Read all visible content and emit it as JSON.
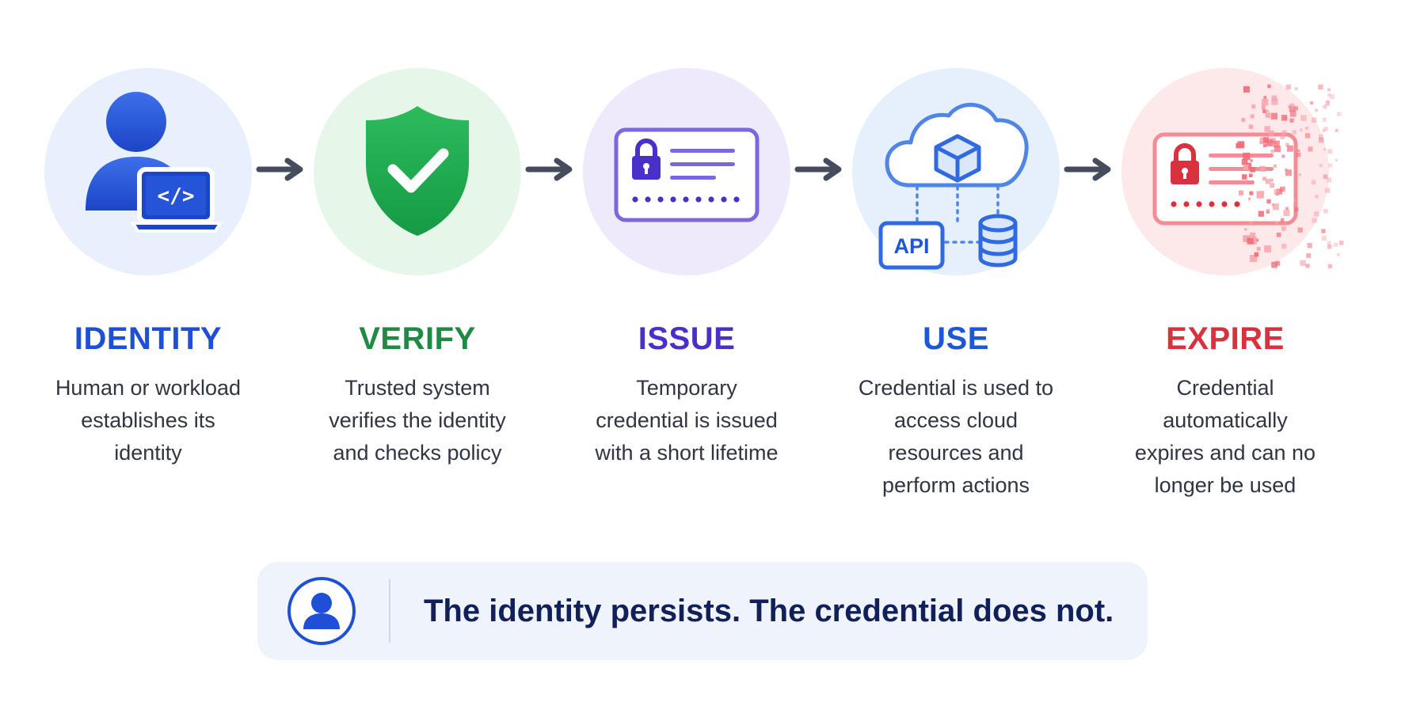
{
  "steps": [
    {
      "title": "IDENTITY",
      "desc": "Human or workload establishes its identity",
      "color": "#1e4fd6",
      "bg": "#e7f0fc",
      "icon": "person-laptop-icon"
    },
    {
      "title": "VERIFY",
      "desc": "Trusted system verifies the identity and checks policy",
      "color": "#1f8a43",
      "bg": "#e6f7ea",
      "icon": "shield-check-icon"
    },
    {
      "title": "ISSUE",
      "desc": "Temporary credential is issued with a short lifetime",
      "color": "#4b2fc9",
      "bg": "#efeafb",
      "icon": "credential-card-icon"
    },
    {
      "title": "USE",
      "desc": "Credential is used to access cloud resources and perform actions",
      "color": "#1e56d8",
      "bg": "#e6f0fc",
      "icon": "cloud-api-database-icon"
    },
    {
      "title": "EXPIRE",
      "desc": "Credential automatically expires and can no longer be used",
      "color": "#d8323f",
      "bg": "#fde9ea",
      "icon": "dissolving-card-icon"
    }
  ],
  "api_label": "API",
  "banner": {
    "text": "The identity persists. The credential does not.",
    "icon": "user-circle-icon"
  },
  "colors": {
    "arrow": "#454c5c",
    "banner_bg": "#eef3fc",
    "banner_text": "#12205a"
  }
}
